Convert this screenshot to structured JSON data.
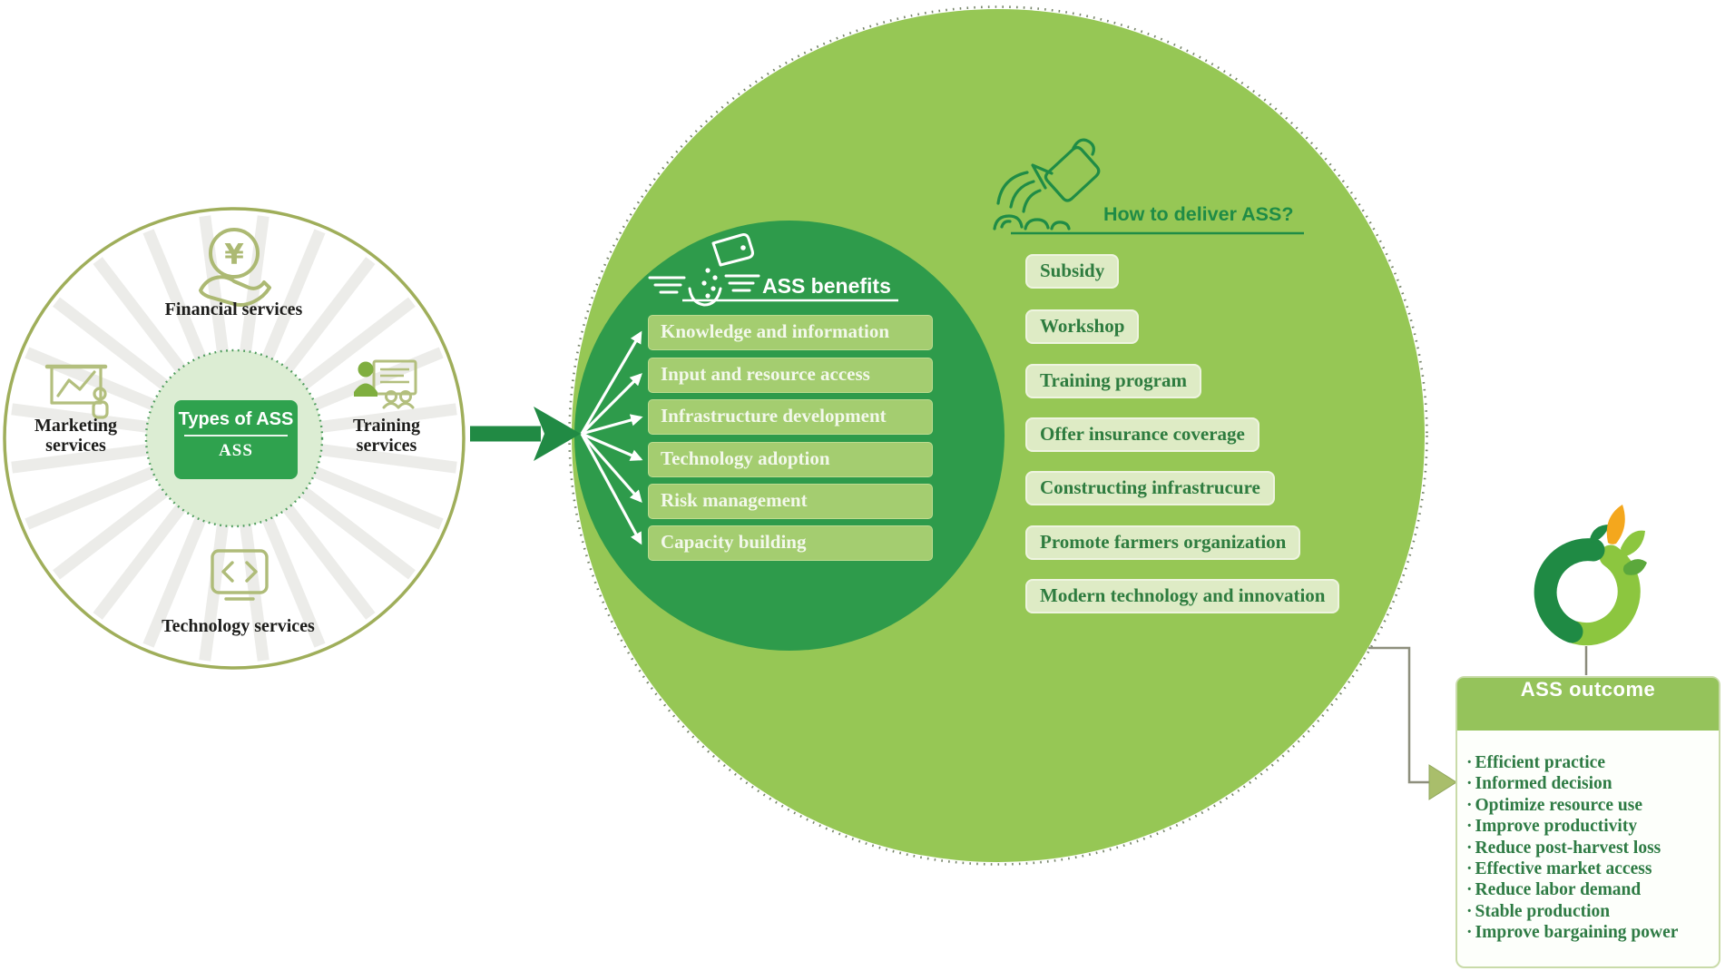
{
  "wheel": {
    "center_title": "Types of ASS",
    "center_subtitle": "ASS",
    "services": [
      {
        "label": "Financial services",
        "icon": "hand-yen-icon"
      },
      {
        "label": "Marketing services",
        "icon": "presentation-chart-icon"
      },
      {
        "label": "Training services",
        "icon": "trainer-group-icon"
      },
      {
        "label": "Technology services",
        "icon": "code-screen-icon"
      }
    ]
  },
  "benefits": {
    "title": "ASS benefits",
    "icon": "sowing-hand-icon",
    "items": [
      "Knowledge and information",
      "Input and resource access",
      "Infrastructure development",
      "Technology adoption",
      "Risk management",
      "Capacity building"
    ]
  },
  "deliver": {
    "title": "How to deliver ASS?",
    "icon": "watering-can-icon",
    "items": [
      "Subsidy",
      "Workshop",
      "Training program",
      "Offer insurance coverage",
      "Constructing infrastrucure",
      "Promote farmers organization",
      "Modern technology and innovation"
    ]
  },
  "outcome": {
    "title": "ASS outcome",
    "logo": "leaf-swirl-logo",
    "items": [
      "Efficient practice",
      "Informed decision",
      "Optimize resource use",
      "Improve productivity",
      "Reduce post-harvest loss",
      "Effective market access",
      "Reduce labor demand",
      "Stable production",
      "Improve bargaining power"
    ]
  },
  "colors": {
    "big_circle": "#96C755",
    "dark_circle": "#2E9B4B",
    "benefit_row": "#A4CD70",
    "deliver_pill": "#DEEBC5",
    "deliver_text": "#2E7C3F",
    "deliver_title": "#1F8C46",
    "center_box": "#2FA24E",
    "wheel_ring": "#9FAE5A",
    "wheel_center_fill": "#DCEDD3",
    "outcome_header": "#95C35B",
    "outcome_text": "#2E7B44",
    "logo_dark_green": "#1F8A44",
    "logo_light_green": "#8CC63F",
    "logo_orange": "#F4A71D"
  }
}
